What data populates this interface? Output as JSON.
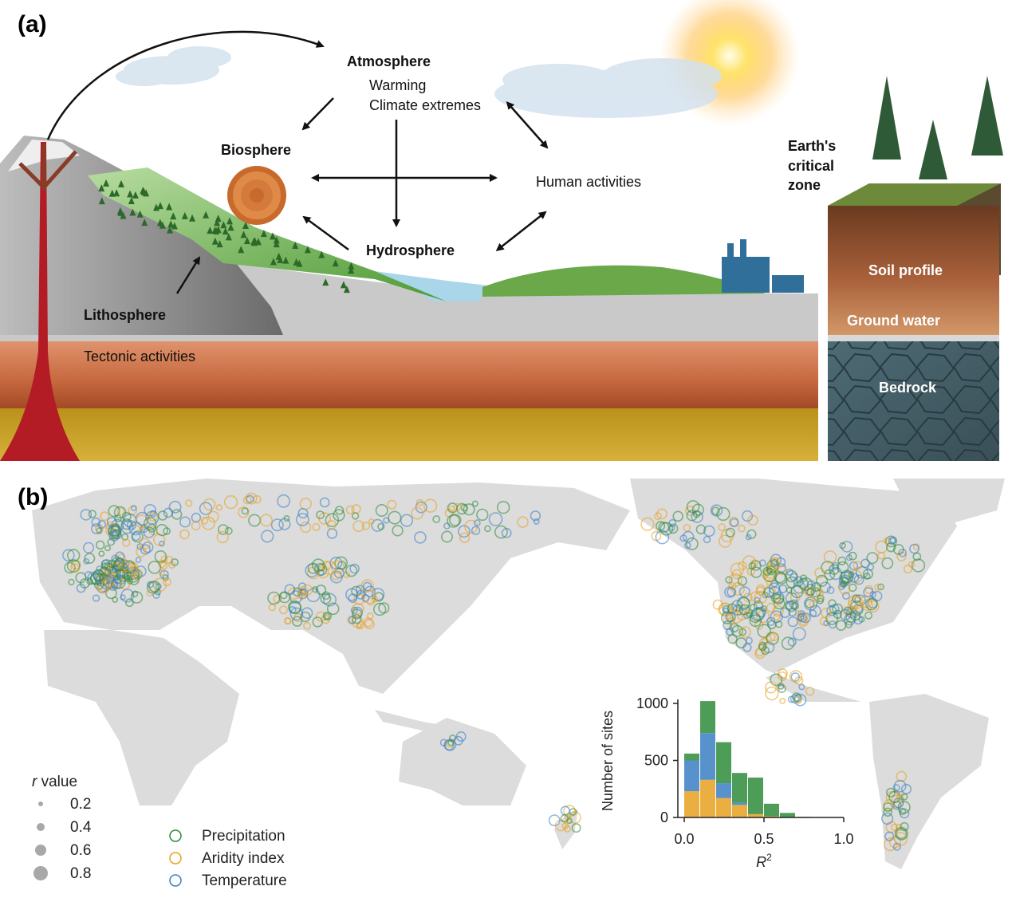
{
  "panel_a": {
    "label": "(a)",
    "atmosphere": "Atmosphere",
    "warming": "Warming",
    "climate_extremes": "Climate extremes",
    "biosphere": "Biosphere",
    "hydrosphere": "Hydrosphere",
    "human_activities": "Human activities",
    "lithosphere": "Lithosphere",
    "tectonic": "Tectonic activities",
    "critical_zone_1": "Earth's",
    "critical_zone_2": "critical",
    "critical_zone_3": "zone",
    "soil_profile": "Soil profile",
    "ground_water": "Ground water",
    "bedrock": "Bedrock"
  },
  "panel_b": {
    "label": "(b)",
    "size_legend_title_italic": "r",
    "size_legend_title_rest": " value",
    "size_legend": [
      "0.2",
      "0.4",
      "0.6",
      "0.8"
    ],
    "color_legend": [
      {
        "name": "Precipitation",
        "color": "#2e8b3a"
      },
      {
        "name": "Aridity index",
        "color": "#e8a020"
      },
      {
        "name": "Temperature",
        "color": "#3a7fc4"
      }
    ]
  },
  "chart_data": {
    "type": "bar",
    "stacked": true,
    "xlabel_italic": "R",
    "xlabel_sup": "2",
    "ylabel": "Number of sites",
    "x_bin_width": 0.1,
    "x_bins": [
      0.0,
      0.1,
      0.2,
      0.3,
      0.4,
      0.5,
      0.6,
      0.7
    ],
    "xticks": [
      "0.0",
      "0.5",
      "1.0"
    ],
    "yticks": [
      "0",
      "500",
      "1000"
    ],
    "xlim": [
      0,
      1.0
    ],
    "ylim": [
      0,
      1000
    ],
    "series": [
      {
        "name": "Aridity index",
        "color": "#e8a020",
        "values": [
          230,
          330,
          170,
          110,
          30,
          10,
          0,
          0
        ]
      },
      {
        "name": "Temperature",
        "color": "#3a7fc4",
        "values": [
          270,
          410,
          130,
          20,
          0,
          0,
          0,
          0
        ]
      },
      {
        "name": "Precipitation",
        "color": "#2e8b3a",
        "values": [
          60,
          280,
          360,
          260,
          320,
          110,
          40,
          5
        ]
      }
    ]
  }
}
